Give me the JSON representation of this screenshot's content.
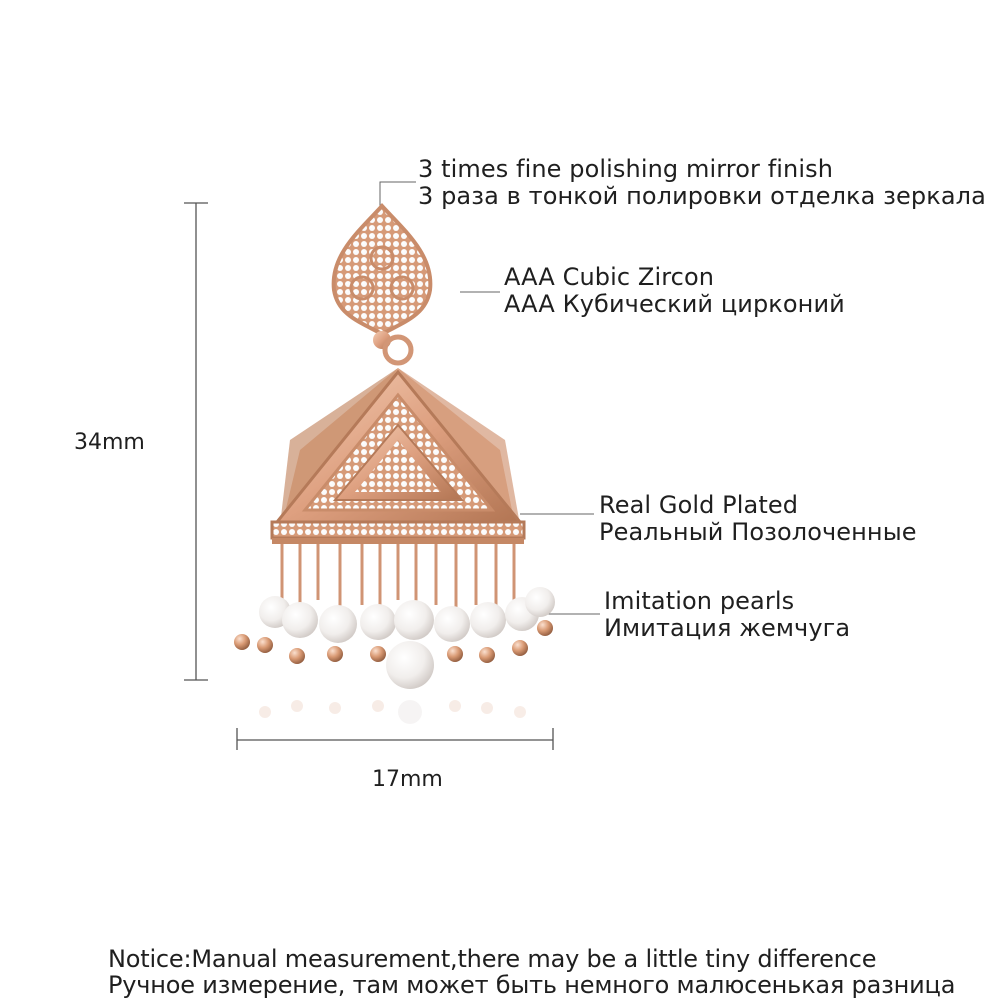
{
  "annotations": {
    "polish": {
      "en": "3 times fine polishing mirror finish",
      "ru": "3 раза в тонкой полировки отделка зеркала"
    },
    "zircon": {
      "en": "AAA Cubic Zircon",
      "ru": "AAA Кубический цирконий"
    },
    "gold": {
      "en": "Real Gold Plated",
      "ru": "Реальный Позолоченные"
    },
    "pearls": {
      "en": "Imitation pearls",
      "ru": "Имитация жемчуга"
    }
  },
  "dimensions": {
    "height": "34mm",
    "width": "17mm"
  },
  "notice": {
    "en": "Notice:Manual measurement,there may be a little tiny difference",
    "ru": "Ручное измерение, там может быть немного малюсенькая разница"
  },
  "colors": {
    "gold": "#e3a987",
    "gold_dark": "#b77a5a",
    "pearl": "#f6f4f2",
    "line": "#555555"
  }
}
